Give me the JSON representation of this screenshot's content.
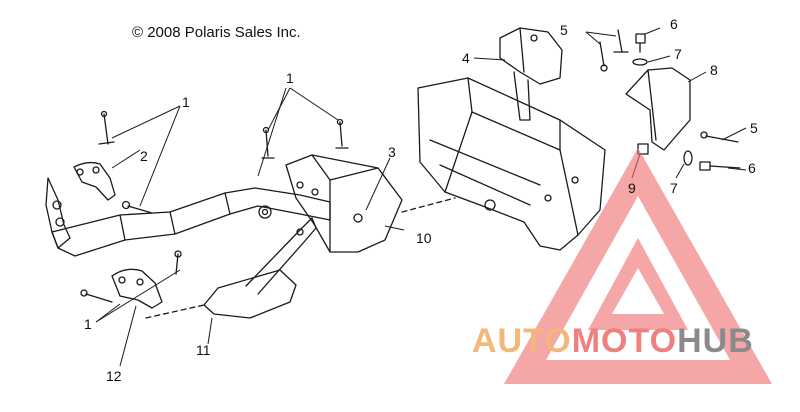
{
  "copyright": "© 2008 Polaris Sales Inc.",
  "callouts": {
    "c1a": "1",
    "c1b": "1",
    "c1c": "1",
    "c2": "2",
    "c3": "3",
    "c4": "4",
    "c5a": "5",
    "c5b": "5",
    "c6a": "6",
    "c6b": "6",
    "c7a": "7",
    "c7b": "7",
    "c8": "8",
    "c9": "9",
    "c10": "10",
    "c11": "11",
    "c12": "12"
  },
  "watermark": {
    "part1": "AUTO",
    "part2": "MOTO",
    "part3": "HUB"
  },
  "colors": {
    "line": "#1a1a1a",
    "watermark_red": "#ef6b6b",
    "watermark_orange": "#f2b77a",
    "watermark_gray": "#8a8a8a"
  }
}
